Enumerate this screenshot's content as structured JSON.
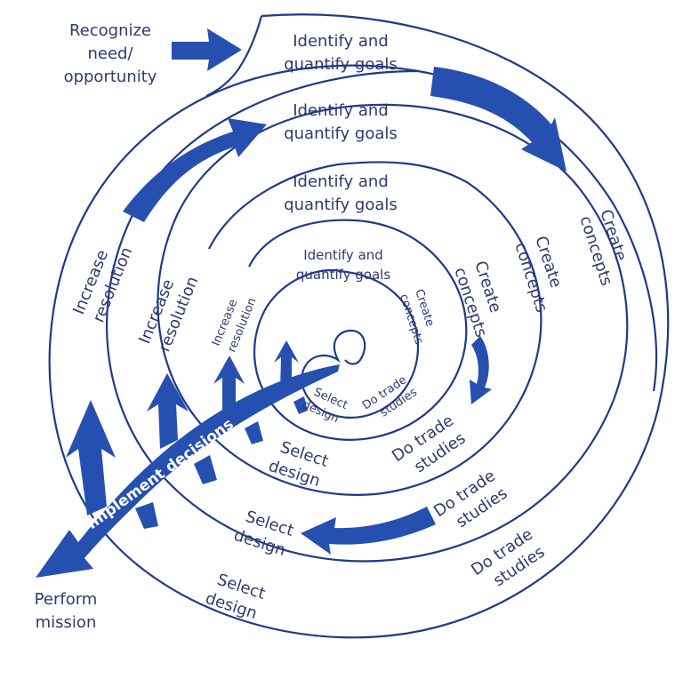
{
  "diagram": {
    "title": "Systems engineering design spiral",
    "colors": {
      "accent": "#2650b0",
      "line": "#1e3a8a",
      "text": "#2e3a70"
    },
    "start_label": [
      "Recognize",
      "need/",
      "opportunity"
    ],
    "end_label": [
      "Perform",
      "mission"
    ],
    "spine_label": "Implement decisions",
    "loops": [
      {
        "level": "outer",
        "goals": [
          "Identify and",
          "quantify goals"
        ],
        "concepts": [
          "Create",
          "concepts"
        ],
        "trade": [
          "Do trade",
          "studies"
        ],
        "select": [
          "Select",
          "design"
        ]
      },
      {
        "level": "second",
        "goals": [
          "Identify and",
          "quantify goals"
        ],
        "concepts": [
          "Create",
          "concepts"
        ],
        "trade": [
          "Do trade",
          "studies"
        ],
        "select": [
          "Select",
          "design"
        ],
        "increase": [
          "Increase",
          "resolution"
        ]
      },
      {
        "level": "third",
        "goals": [
          "Identify and",
          "quantify goals"
        ],
        "concepts": [
          "Create",
          "concepts"
        ],
        "trade": [
          "Do trade",
          "studies"
        ],
        "select": [
          "Select",
          "design"
        ],
        "increase": [
          "Increase",
          "resolution"
        ]
      },
      {
        "level": "inner",
        "goals": [
          "Identify and",
          "quantify goals"
        ],
        "concepts": [
          "Create",
          "concepts"
        ],
        "trade": [
          "Do trade",
          "studies"
        ],
        "select": [
          "Select",
          "design"
        ],
        "increase": [
          "Increase",
          "resolution"
        ]
      }
    ]
  }
}
